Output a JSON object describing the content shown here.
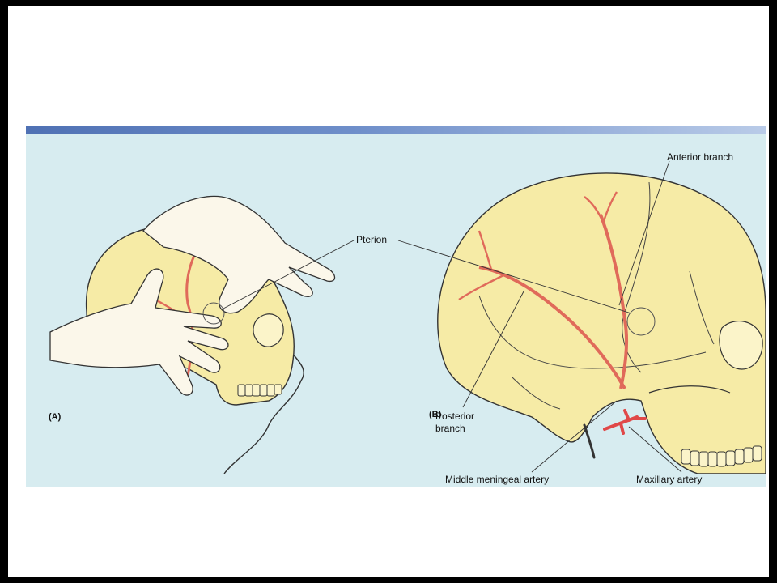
{
  "figure": {
    "panel_a_label": "(A)",
    "panel_b_label": "(B)",
    "labels": {
      "pterion": "Pterion",
      "anterior_branch": "Anterior branch",
      "posterior_branch_line1": "Posterior",
      "posterior_branch_line2": "branch",
      "middle_meningeal_artery": "Middle meningeal artery",
      "maxillary_artery": "Maxillary artery"
    },
    "colors": {
      "background": "#d7ecf0",
      "bone": "#f6eba6",
      "artery": "#e06a5a",
      "outline": "#333333"
    }
  }
}
